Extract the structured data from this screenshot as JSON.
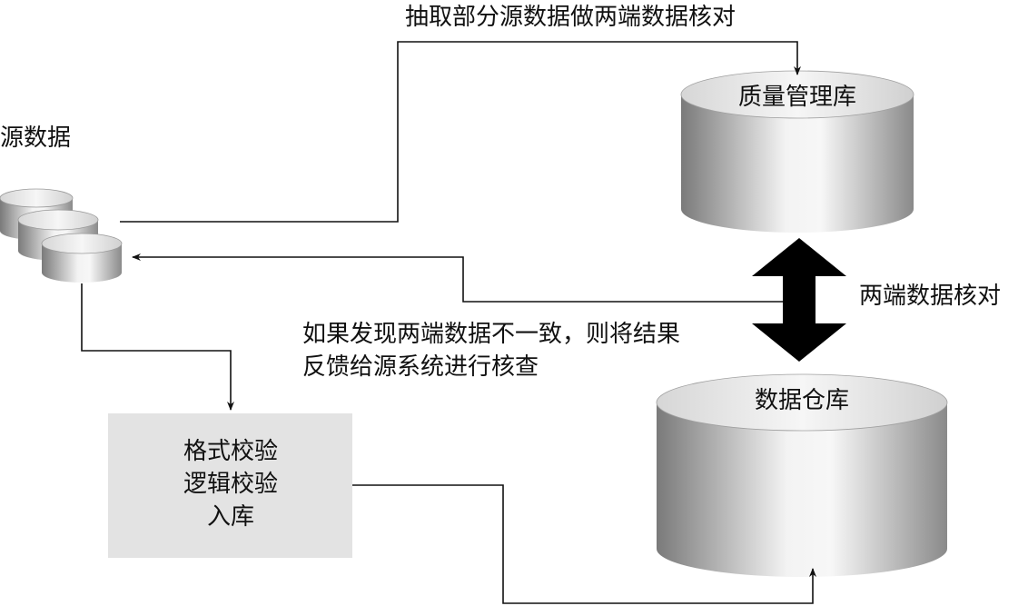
{
  "labels": {
    "extract": "抽取部分源数据做两端数据核对",
    "source": "源数据",
    "quality_db": "质量管理库",
    "verify": "两端数据核对",
    "feedback_line1": "如果发现两端数据不一致，则将结果",
    "feedback_line2": "反馈给源系统进行核查",
    "warehouse": "数据仓库",
    "process_line1": "格式校验",
    "process_line2": "逻辑校验",
    "process_line3": "入库"
  },
  "colors": {
    "stroke": "#111111",
    "box_fill": "#e3e3e3",
    "cylinder_dark": "#7c7c7c",
    "cylinder_light": "#f4f4f4",
    "background": "#ffffff"
  }
}
